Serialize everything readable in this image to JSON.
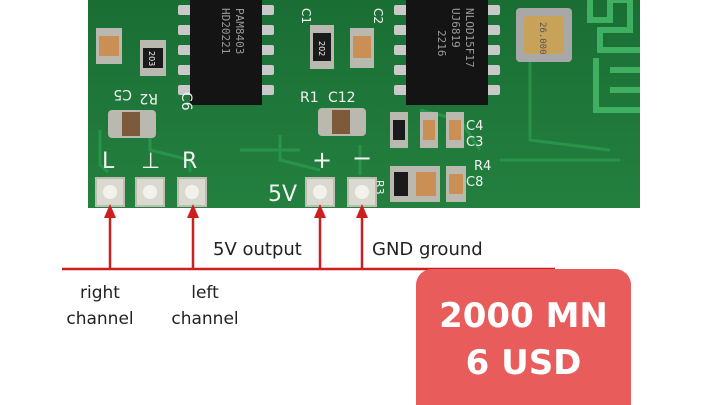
{
  "board": {
    "chip_left_text": [
      "PAM8403",
      "HD20221"
    ],
    "chip_right_text": [
      "NLOD15F17",
      "UJ6819",
      "2216"
    ],
    "crystal_text": "26.000",
    "silk": {
      "pin_l": "L",
      "pin_gnd": "⊥",
      "pin_r": "R",
      "plus": "+",
      "minus": "−",
      "five_v": "5V",
      "c5": "C5",
      "r2": "R2",
      "c6": "C6",
      "r1": "R1",
      "c12": "C12",
      "c1": "C1",
      "c2": "C2",
      "c4": "C4",
      "c3": "C3",
      "r4": "R4",
      "c8": "C8",
      "r3": "R3",
      "smd_203": "203",
      "smd_202": "202"
    }
  },
  "annotations": {
    "five_v_output": "5V output",
    "gnd_ground": "GND ground",
    "right_channel_1": "right",
    "right_channel_2": "channel",
    "left_channel_1": "left",
    "left_channel_2": "channel"
  },
  "price": {
    "line1": "2000 MN",
    "line2": "6 USD",
    "color": "#e85c5c"
  },
  "colors": {
    "pcb": "#1f7a3a",
    "wire": "#cc1f1f",
    "pad": "#e0e0d8"
  }
}
